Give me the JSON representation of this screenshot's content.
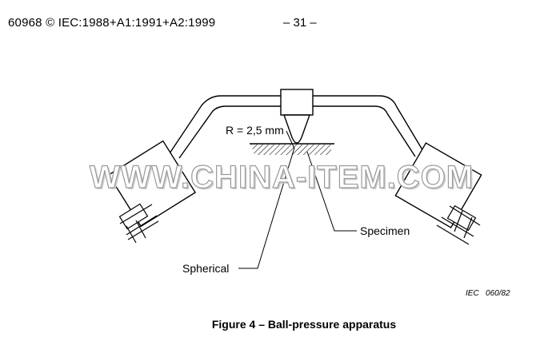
{
  "header": {
    "standard_ref": "60968 © IEC:1988+A1:1991+A2:1999",
    "page_number": "– 31 –"
  },
  "figure": {
    "radius_label": "R = 2,5 mm",
    "specimen_label": "Specimen",
    "spherical_label": "Spherical",
    "ref_code": "IEC   060/82",
    "caption": "Figure 4 – Ball-pressure apparatus"
  },
  "watermark": {
    "text": "WWW.CHINA-ITEM.COM"
  }
}
